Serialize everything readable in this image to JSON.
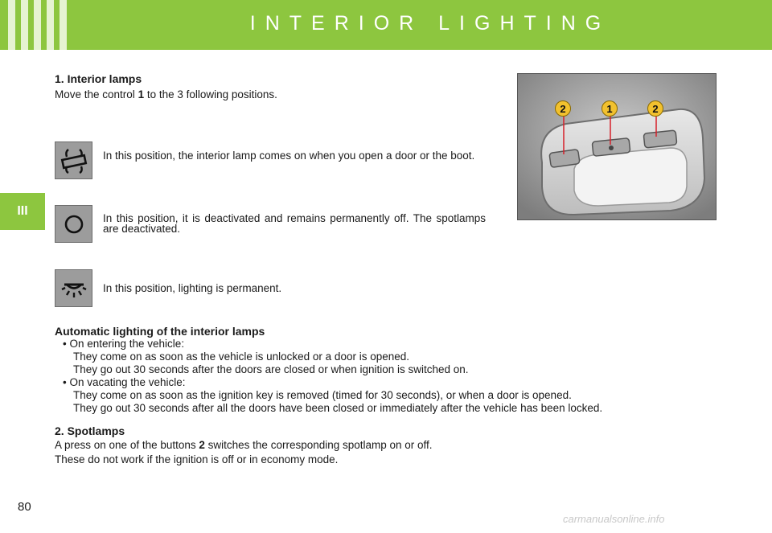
{
  "header": {
    "title": "INTERIOR LIGHTING"
  },
  "chapter_tab": {
    "label": "III"
  },
  "section1": {
    "heading": "1.  Interior lamps",
    "intro_pre": "Move the control ",
    "intro_bold": "1",
    "intro_post": " to the 3 following positions.",
    "positions": [
      {
        "icon": "door-lamp-icon",
        "text": "In this position, the interior lamp comes on when you open a door or the boot."
      },
      {
        "icon": "circle-off-icon",
        "text": "In this position, it is deactivated and remains permanently off. The spotlamps are deactivated."
      },
      {
        "icon": "permanent-lamp-icon",
        "text": "In this position, lighting is permanent."
      }
    ]
  },
  "figure": {
    "callouts": [
      "2",
      "1",
      "2"
    ]
  },
  "automatic": {
    "heading": "Automatic lighting of the interior lamps",
    "lines": [
      "• On entering the vehicle:",
      "They come on as soon as the vehicle is unlocked or a door is opened.",
      "They go out 30 seconds after the doors are closed or when ignition is switched on.",
      "• On vacating the vehicle:",
      "They come on as soon as the ignition key is removed (timed for 30 seconds), or when a door is opened.",
      "They go out 30 seconds after all the doors have been closed or immediately after the vehicle has been locked."
    ]
  },
  "section2": {
    "heading": "2.  Spotlamps",
    "line1_pre": "A press on one of the buttons ",
    "line1_bold": "2",
    "line1_post": " switches the corresponding spotlamp on or off.",
    "line2": "These do not work if the ignition is off or in economy mode."
  },
  "page_number": "80",
  "watermark": "carmanualsonline.info",
  "colors": {
    "brand_green": "#8dc63f",
    "callout_yellow": "#f2c12e",
    "callout_line": "#d6202a"
  }
}
